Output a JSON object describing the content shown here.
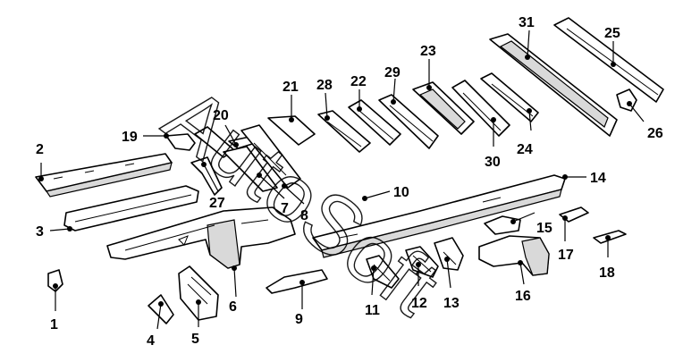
{
  "diagram": {
    "watermark": "AutoSoft",
    "callouts": [
      "1",
      "2",
      "3",
      "4",
      "5",
      "6",
      "7",
      "8",
      "9",
      "10",
      "11",
      "12",
      "13",
      "14",
      "15",
      "16",
      "17",
      "18",
      "19",
      "20",
      "21",
      "22",
      "23",
      "24",
      "25",
      "26",
      "27",
      "28",
      "29",
      "30",
      "31"
    ]
  },
  "colors": {
    "line": "#000000",
    "background": "#ffffff",
    "shade": "#d9d9d9"
  }
}
